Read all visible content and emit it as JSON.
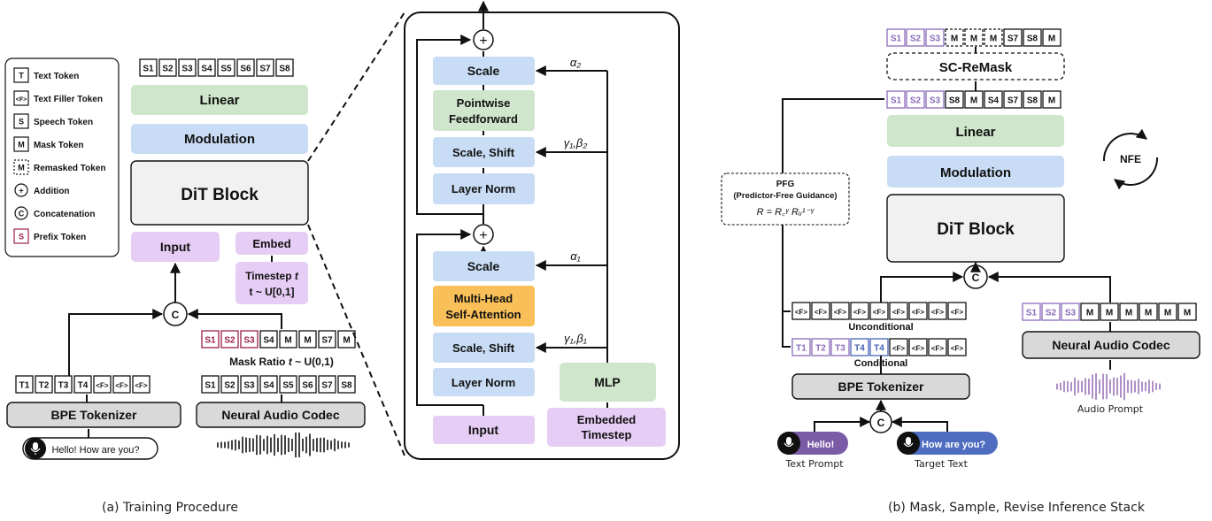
{
  "colors": {
    "green": "#cfe6cc",
    "blue": "#c9dcf5",
    "purple": "#e6cdf5",
    "orange": "#f9c05a",
    "grey": "#d9d9d9",
    "light_grey": "#f1f1f1",
    "prefix_red": "#9b2048",
    "purple_token": "#8a6bb8",
    "blue_token": "#4662b8",
    "hello_pill": "#7b5aa6",
    "target_pill": "#4e6cc0"
  },
  "legend": {
    "items": [
      {
        "sym": "T",
        "label": "Text Token",
        "kind": "box"
      },
      {
        "sym": "<F>",
        "label": "Text Filler Token",
        "kind": "box"
      },
      {
        "sym": "S",
        "label": "Speech Token",
        "kind": "box"
      },
      {
        "sym": "M",
        "label": "Mask Token",
        "kind": "box"
      },
      {
        "sym": "M",
        "label": "Remasked Token",
        "kind": "dashed"
      },
      {
        "sym": "+",
        "label": "Addition",
        "kind": "circle"
      },
      {
        "sym": "C",
        "label": "Concatenation",
        "kind": "circle"
      },
      {
        "sym": "S",
        "label": "Prefix Token",
        "kind": "prefix"
      }
    ]
  },
  "training": {
    "caption": "(a) Training Procedure",
    "output_tokens": [
      "S1",
      "S2",
      "S3",
      "S4",
      "S5",
      "S6",
      "S7",
      "S8"
    ],
    "linear": "Linear",
    "modulation": "Modulation",
    "dit_block": "DiT Block",
    "input": "Input",
    "embed": "Embed",
    "timestep_line1_a": "Timestep ",
    "timestep_line1_t": "t",
    "timestep_line2": "t ~ U[0,1]",
    "concat": "C",
    "masked_tokens": [
      "S1",
      "S2",
      "S3",
      "S4",
      "M",
      "M",
      "S7",
      "M"
    ],
    "mask_ratio_a": "Mask Ratio ",
    "mask_ratio_t": "t",
    "mask_ratio_b": " ~ U(0,1)",
    "text_tokens": [
      "T1",
      "T2",
      "T3",
      "T4",
      "<F>",
      "<F>",
      "<F>"
    ],
    "speech_tokens": [
      "S1",
      "S2",
      "S3",
      "S4",
      "S5",
      "S6",
      "S7",
      "S8"
    ],
    "bpe": "BPE Tokenizer",
    "codec": "Neural Audio Codec",
    "prompt": "Hello! How are you?"
  },
  "dit_detail": {
    "scale_top": "Scale",
    "pointwise": [
      "Pointwise",
      "Feedforward"
    ],
    "scale_shift_top": "Scale, Shift",
    "layer_norm_top": "Layer Norm",
    "scale_bottom": "Scale",
    "mhsa": [
      "Multi-Head",
      "Self-Attention"
    ],
    "scale_shift_bottom": "Scale, Shift",
    "layer_norm_bottom": "Layer Norm",
    "input": "Input",
    "mlp": "MLP",
    "embedded_timestep": [
      "Embedded",
      "Timestep"
    ],
    "alpha2": "α₂",
    "gb2": "γ₁,β₂",
    "alpha1": "α₁",
    "gb1": "γ₁,β₁",
    "plus": "+"
  },
  "inference": {
    "caption": "(b) Mask, Sample, Revise Inference Stack",
    "top_tokens": [
      "S1",
      "S2",
      "S3",
      "M",
      "M",
      "M",
      "S7",
      "S8",
      "M"
    ],
    "sc_remask": "SC-ReMask",
    "mid_tokens": [
      "S1",
      "S2",
      "S3",
      "S8",
      "M",
      "S4",
      "S7",
      "S8",
      "M"
    ],
    "linear": "Linear",
    "modulation": "Modulation",
    "dit_block": "DiT Block",
    "nfe": "NFE",
    "pfg_title": "PFG",
    "pfg_sub": "(Predictor-Free Guidance)",
    "pfg_formula": "R = R꜀ᵞ Rᵤ¹⁻ᵞ",
    "concat": "C",
    "uncond_tokens": [
      "<F>",
      "<F>",
      "<F>",
      "<F>",
      "<F>",
      "<F>",
      "<F>",
      "<F>",
      "<F>"
    ],
    "unconditional": "Unconditional",
    "cond_tokens": [
      "T1",
      "T2",
      "T3",
      "T4",
      "T4",
      "<F>",
      "<F>",
      "<F>",
      "<F>"
    ],
    "conditional": "Conditional",
    "prompt_tokens": [
      "S1",
      "S2",
      "S3",
      "M",
      "M",
      "M",
      "M",
      "M",
      "M"
    ],
    "bpe": "BPE Tokenizer",
    "codec": "Neural Audio Codec",
    "audio_prompt": "Audio Prompt",
    "hello": "Hello!",
    "target": "How are you?",
    "text_prompt": "Text Prompt",
    "target_text": "Target Text"
  }
}
